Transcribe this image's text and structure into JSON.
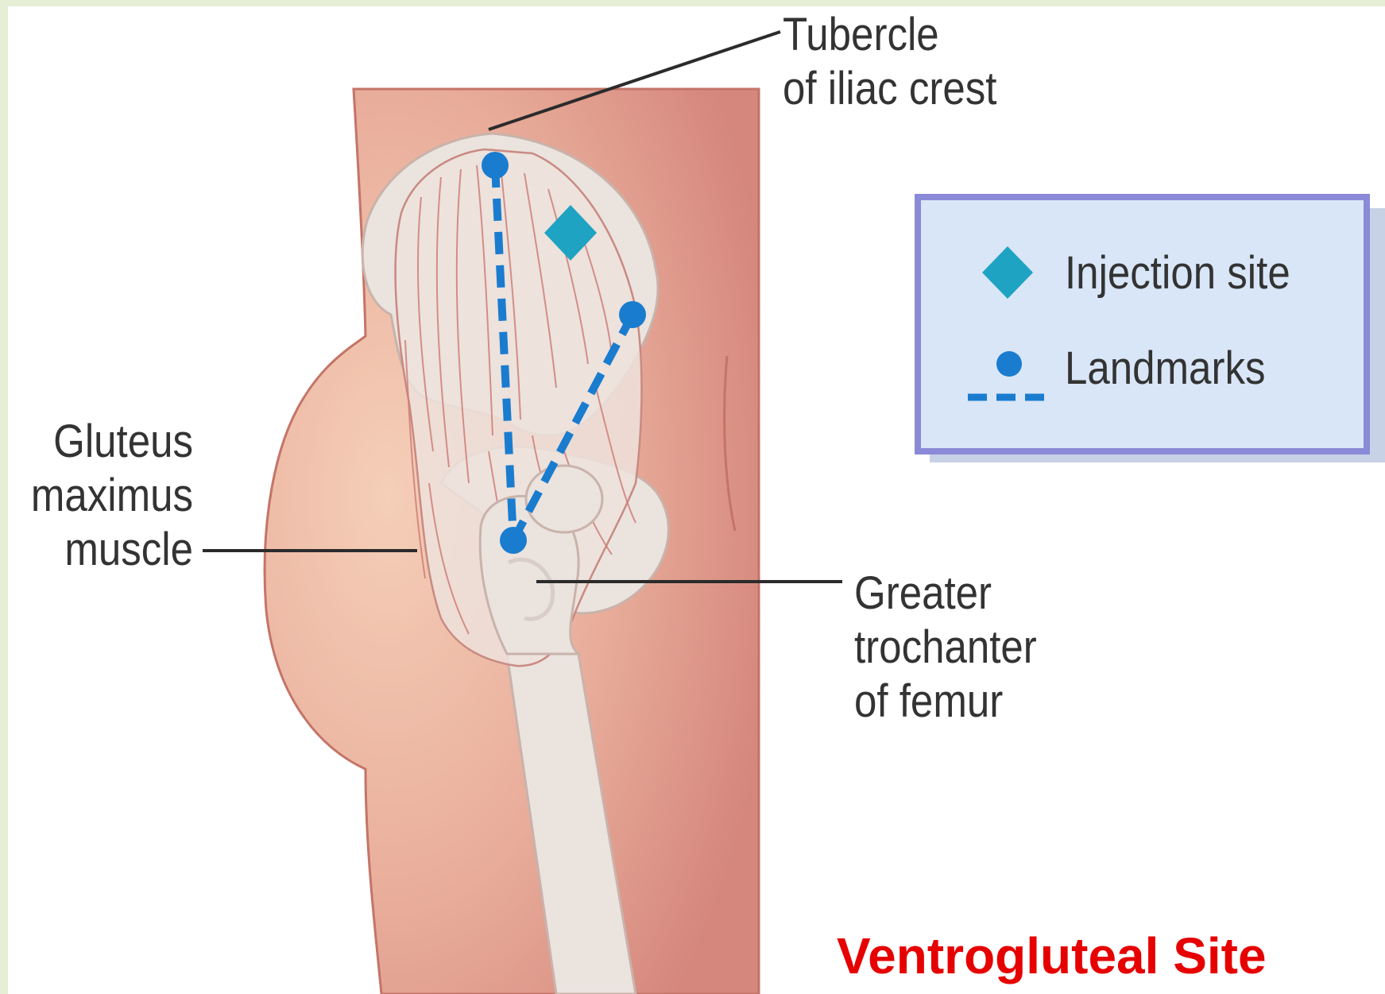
{
  "labels": {
    "tubercle": [
      "Tubercle",
      "of iliac crest"
    ],
    "gluteus": [
      "Gluteus",
      "maximus",
      "muscle"
    ],
    "trochanter": [
      "Greater",
      "trochanter",
      "of femur"
    ]
  },
  "legend": {
    "injection_site": "Injection site",
    "landmarks": "Landmarks"
  },
  "caption": "Ventrogluteal Site",
  "colors": {
    "skin": "#e8aa98",
    "bone": "#ebe3de",
    "landmark_blue": "#1a7ccf",
    "injection_teal": "#1fa3c2",
    "legend_fill": "#d9e6f7",
    "legend_border": "#8a8ad8",
    "caption_red": "#e60000"
  }
}
